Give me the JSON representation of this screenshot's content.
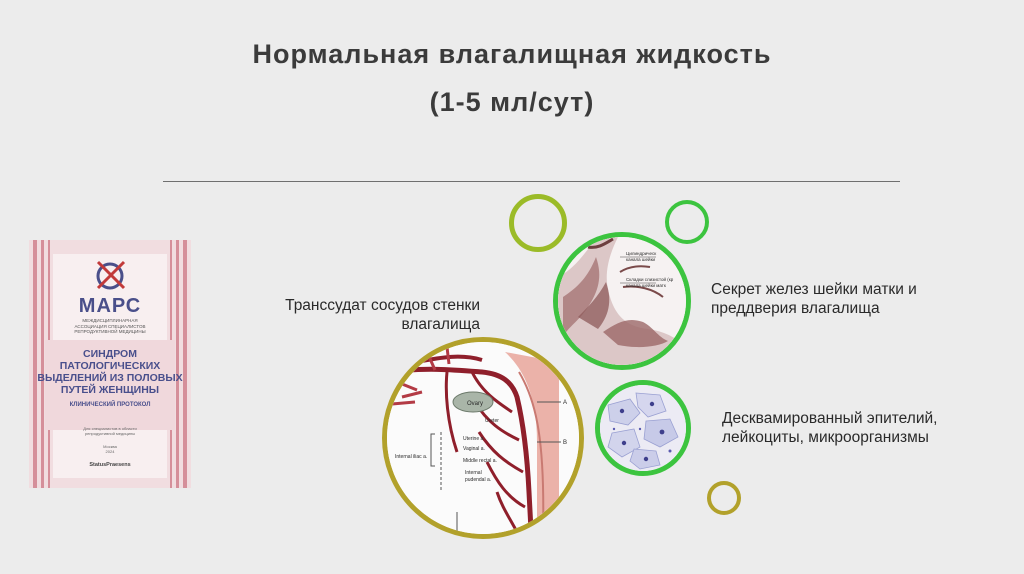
{
  "title": {
    "line1": "Нормальная влагалищная жидкость",
    "line2": "(1-5 мл/сут)"
  },
  "labels": {
    "transudate": [
      "Транссудат сосудов стенки",
      "влагалища"
    ],
    "secretion": [
      "Секрет желез шейки матки и",
      "преддверия влагалища"
    ],
    "epithelium": [
      "Десквамированный эпителий,",
      "лейкоциты, микроорганизмы"
    ]
  },
  "book": {
    "org": "МАРС",
    "org_sub": [
      "МЕЖДИСЦИПЛИНАРНАЯ",
      "АССОЦИАЦИЯ СПЕЦИАЛИСТОВ",
      "РЕПРОДУКТИВНОЙ МЕДИЦИНЫ"
    ],
    "title_lines": [
      "СИНДРОМ",
      "ПАТОЛОГИЧЕСКИХ",
      "ВЫДЕЛЕНИЙ ИЗ ПОЛОВЫХ",
      "ПУТЕЙ ЖЕНЩИНЫ"
    ],
    "subtitle": "КЛИНИЧЕСКИЙ ПРОТОКОЛ",
    "note": [
      "Для специалистов в области",
      "репродуктивной медицины"
    ],
    "city_year": [
      "Москва",
      "2024"
    ],
    "publisher": "StatusPraesens"
  },
  "anatomy": {
    "ovary": "Ovary",
    "ureter": "Ureter",
    "uterine": "Uterine a.",
    "vaginal": "Vaginal a.",
    "internal_iliac": "Internal iliac a.",
    "middle_rectal": "Middle rectal a.",
    "internal_pudendal": [
      "Internal",
      "pudendal a."
    ],
    "marker_a": "A",
    "marker_b": "B"
  },
  "cervix_labels": [
    "Цилиндрическ",
    "канала шейки",
    "Складки слизистой (кр",
    "канала шейки матк"
  ],
  "colors": {
    "olive": "#b2a12b",
    "green": "#3cc43f",
    "yellowgreen": "#9bbb28",
    "artery": "#8f1f2b"
  }
}
